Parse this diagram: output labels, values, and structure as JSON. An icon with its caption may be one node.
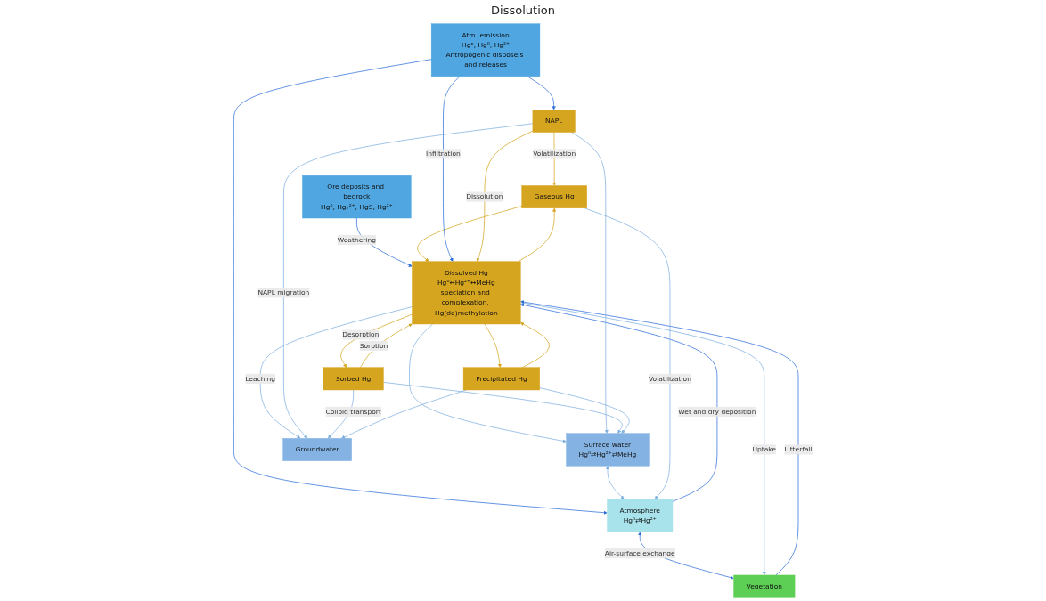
{
  "diagram": {
    "nodes": [
      {
        "text": [
          "Atm. emission",
          "Hgᵖ, Hg⁰, Hg²⁺",
          "Antropogenic disposels and releases"
        ]
      },
      {
        "text": [
          "Atmosphere",
          "Hg⁰⇄Hg²⁺"
        ]
      },
      {
        "text": [
          "NAPL"
        ]
      },
      {
        "text": [
          "Gaseous Hg"
        ]
      },
      {
        "text": [
          "Vegetation"
        ]
      },
      {
        "text": [
          "Dissolved Hg",
          "Hg⁰↔Hg²⁺↔MeHg",
          "speciation and complexation, Hg(de)methylation"
        ]
      },
      {
        "text": [
          "Sorbed Hg"
        ]
      },
      {
        "text": [
          "Ore deposits and bedrock",
          "Hg⁰, Hg₂²⁺, HgS, Hg²⁺"
        ]
      },
      {
        "text": [
          "Precipitated Hg"
        ]
      },
      {
        "text": [
          "Surface water",
          "Hg⁰⇄Hg²⁺⇄MeHg"
        ]
      },
      {
        "text": [
          "Groundwater"
        ]
      }
    ],
    "edges": [
      {
        "from": 0,
        "to": 2,
        "arrow": "to",
        "color": "#2f6fdb"
      },
      {
        "from": 0,
        "to": 1,
        "arrow": "to",
        "color": "#2f6fdb"
      },
      {
        "from": 7,
        "to": 5,
        "label": "Weathering",
        "arrow": "to",
        "color": "#2f6fdb"
      },
      {
        "from": 2,
        "to": 3,
        "label": "Volatilization",
        "arrow": "to",
        "color": "#d4a520"
      },
      {
        "from": 3,
        "to": 5,
        "arrow": "to",
        "color": "#d4a520"
      },
      {
        "from": 0,
        "to": 5,
        "label": "Infiltration",
        "arrow": "to",
        "color": "#2f6fdb"
      },
      {
        "from": 2,
        "to": 5,
        "label": "Dissolution",
        "arrow": "to",
        "color": "#d4a520"
      },
      {
        "from": 1,
        "to": 5,
        "label": "Wet and dry deposition",
        "arrow": "to",
        "color": "#2f6fdb"
      },
      {
        "from": 1,
        "to": 4,
        "label": "Air-surface exchange",
        "arrow": "both",
        "color": "#2f6fdb"
      },
      {
        "from": 5,
        "to": 4,
        "label": "Uptake",
        "arrow": "to"
      },
      {
        "from": 4,
        "to": 5,
        "label": "Litterfall",
        "arrow": "to",
        "color": "#2f6fdb"
      },
      {
        "from": 5,
        "to": 6,
        "label": "Desorption",
        "arrow": "to",
        "color": "#d4a520"
      },
      {
        "from": 5,
        "to": 8,
        "arrow": "to",
        "color": "#d4a520"
      },
      {
        "from": 5,
        "to": 10,
        "label": "Leaching",
        "arrow": "to"
      },
      {
        "from": 5,
        "to": 9,
        "arrow": "to"
      },
      {
        "from": 2,
        "to": 10,
        "label": "NAPL migration",
        "arrow": "to"
      },
      {
        "from": 2,
        "to": 9,
        "arrow": "to"
      },
      {
        "from": 6,
        "to": 10,
        "label": "Colloid transport",
        "arrow": "to"
      },
      {
        "from": 6,
        "to": 9,
        "arrow": "to"
      },
      {
        "from": 8,
        "to": 10,
        "arrow": "to"
      },
      {
        "from": 8,
        "to": 9,
        "arrow": "to"
      },
      {
        "from": 9,
        "to": 1,
        "arrow": "both"
      },
      {
        "from": 3,
        "to": 1,
        "label": "Volatilization",
        "arrow": "to"
      },
      {
        "from": 5,
        "to": 3,
        "arrow": "to",
        "color": "#d4a520"
      },
      {
        "from": 6,
        "to": 5,
        "label": "Sorption",
        "arrow": "to",
        "color": "#d4a520"
      },
      {
        "from": 8,
        "to": 5,
        "arrow": "to",
        "color": "#d4a520"
      }
    ],
    "labels": [
      "Dissolution"
    ]
  }
}
